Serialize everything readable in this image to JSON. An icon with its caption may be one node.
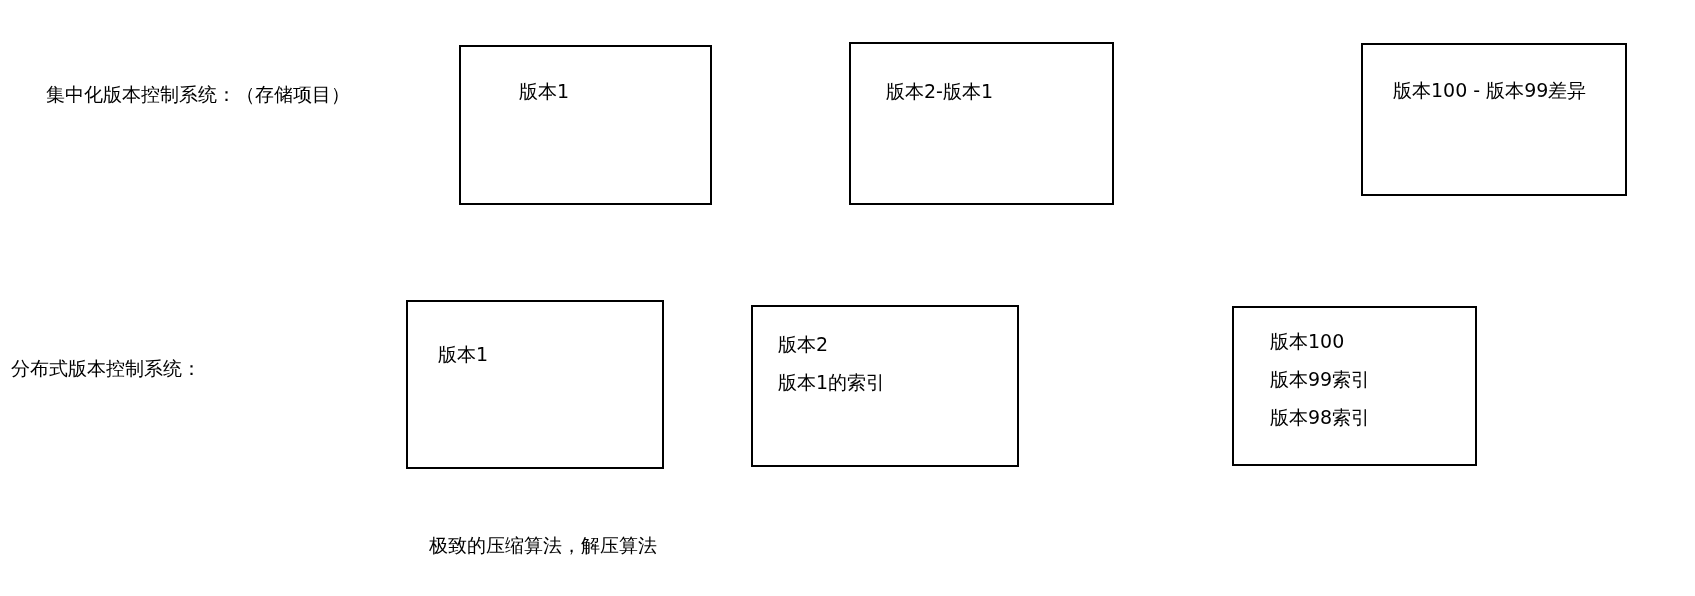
{
  "diagram": {
    "nodes": [
      {
        "text": [
          "版本1"
        ]
      },
      {
        "text": [
          "版本2-版本1"
        ]
      },
      {
        "text": [
          "版本100 - 版本99差异"
        ]
      },
      {
        "text": [
          "版本1"
        ]
      },
      {
        "text": [
          "版本2",
          "版本1的索引"
        ]
      },
      {
        "text": [
          "版本100",
          "版本99索引",
          "版本98索引"
        ]
      }
    ],
    "labels": [
      "集中化版本控制系统：（存储项目）",
      "分布式版本控制系统：",
      "极致的压缩算法，解压算法"
    ]
  }
}
